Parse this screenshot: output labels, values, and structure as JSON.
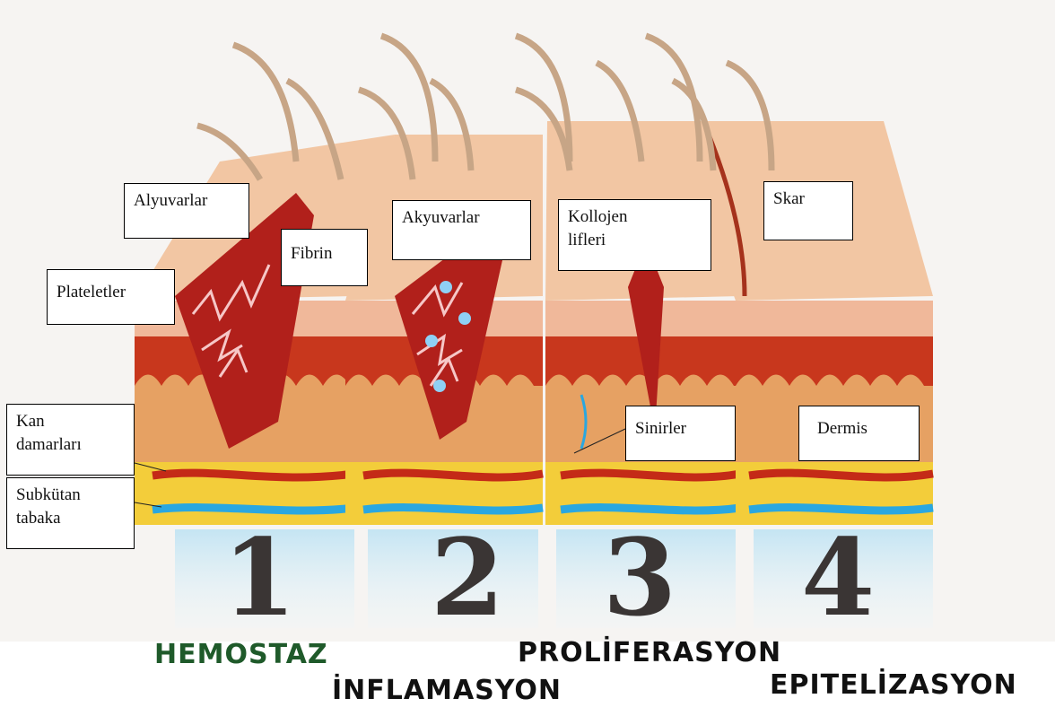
{
  "labels": {
    "alyuvarlar": "Alyuvarlar",
    "fibrin": "Fibrin",
    "plateletler": "Plateletler",
    "akyuvarlar": "Akyuvarlar",
    "kollojen_line1": "Kollojen",
    "kollojen_line2": "lifleri",
    "skar": "Skar",
    "kan_line1": "Kan",
    "kan_line2": "damarları",
    "subkutan_line1": "Subkütan",
    "subkutan_line2": "tabaka",
    "sinirler": "Sinirler",
    "dermis": "Dermis"
  },
  "stages": [
    "1",
    "2",
    "3",
    "4"
  ],
  "phases": {
    "hemostaz": "HEMOSTAZ",
    "proliferasyon": "PROLİFERASYON",
    "inflamasyon": "İNFLAMASYON",
    "epitelizasyon": "EPITELİZASYON"
  },
  "colors": {
    "hemostaz": "#1f5a2a",
    "other_phases": "#111111",
    "skin_top": "#f3c9a8",
    "epidermis": "#c93a1e",
    "dermis": "#e8a566",
    "fat": "#f2cf3a",
    "vessel_red": "#c62a1a",
    "vessel_blue": "#2aa7e0"
  }
}
